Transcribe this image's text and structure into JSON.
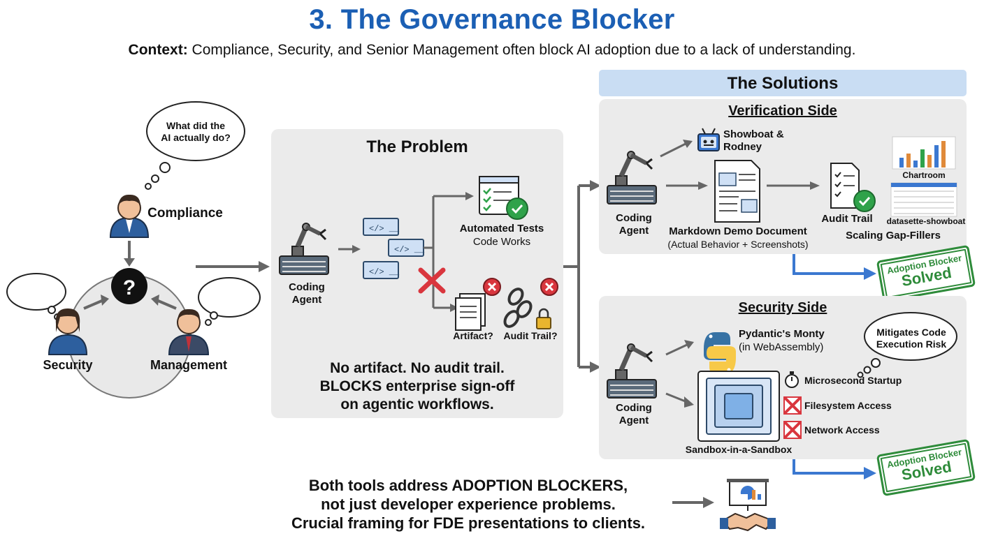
{
  "title": "3. The Governance Blocker",
  "context": {
    "label": "Context:",
    "text": " Compliance, Security, and Senior Management often block AI adoption due to a lack of understanding."
  },
  "stakeholders": {
    "thought": "What did the AI actually do?",
    "compliance": "Compliance",
    "security": "Security",
    "management": "Management",
    "center_symbol": "?"
  },
  "problem": {
    "title": "The Problem",
    "agent_label": "Coding Agent",
    "tests_title": "Automated Tests",
    "tests_sub": "Code Works",
    "artifact": "Artifact?",
    "audit": "Audit Trail?",
    "statement_line1": "No artifact. No audit trail.",
    "statement_line2": "BLOCKS enterprise sign-off",
    "statement_line3": "on agentic workflows."
  },
  "solutions": {
    "header": "The Solutions",
    "verification": {
      "title": "Verification Side",
      "agent_label": "Coding Agent",
      "showboat": "Showboat & Rodney",
      "doc_title": "Markdown Demo Document",
      "doc_sub": "(Actual Behavior + Screenshots)",
      "audit": "Audit Trail",
      "chartroom": "Chartroom",
      "datasette": "datasette-showboat",
      "gap_fillers": "Scaling Gap-Fillers",
      "stamp_line1": "Adoption Blocker",
      "stamp_line2": "Solved"
    },
    "security": {
      "title": "Security Side",
      "agent_label": "Coding Agent",
      "monty_title": "Pydantic's Monty",
      "monty_sub": "(in WebAssembly)",
      "risk_cloud": "Mitigates Code Execution Risk",
      "startup": "Microsecond Startup",
      "filesystem": "Filesystem Access",
      "network": "Network Access",
      "sandbox": "Sandbox-in-a-Sandbox",
      "stamp_line1": "Adoption Blocker",
      "stamp_line2": "Solved"
    }
  },
  "footer": {
    "line1": "Both tools address ADOPTION BLOCKERS,",
    "line2": "not just developer experience problems.",
    "line3": "Crucial framing for FDE presentations to clients."
  },
  "colors": {
    "title_blue": "#1b5fb4",
    "stamp_green": "#2e8b3a",
    "arrow_blue": "#3b78d0",
    "check_green": "#2fa24a",
    "x_red": "#d9363e"
  }
}
